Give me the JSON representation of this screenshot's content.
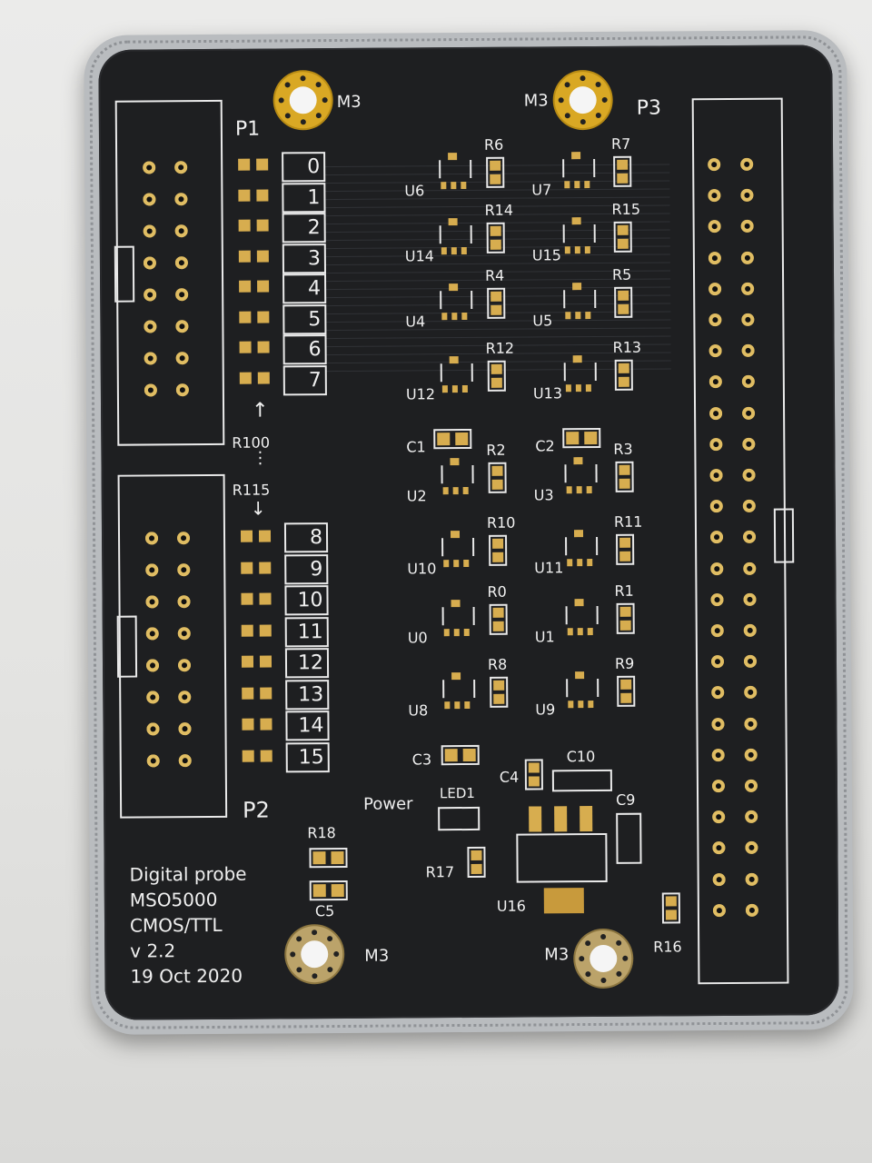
{
  "board": {
    "headers": {
      "p1": "P1",
      "p2": "P2",
      "p3": "P3"
    },
    "mounting_holes": [
      "M3",
      "M3",
      "M3",
      "M3"
    ],
    "channels_upper": [
      "0",
      "1",
      "2",
      "3",
      "4",
      "5",
      "6",
      "7"
    ],
    "channels_lower": [
      "8",
      "9",
      "10",
      "11",
      "12",
      "13",
      "14",
      "15"
    ],
    "resistor_range": {
      "start": "R100",
      "end": "R115",
      "dots": "⋮",
      "arrow_up": "↑",
      "arrow_down": "↓"
    },
    "buffers_left": [
      {
        "u": "U6",
        "r": "R6"
      },
      {
        "u": "U14",
        "r": "R14"
      },
      {
        "u": "U4",
        "r": "R4"
      },
      {
        "u": "U12",
        "r": "R12"
      },
      {
        "u": "U2",
        "r": "R2"
      },
      {
        "u": "U10",
        "r": "R10"
      },
      {
        "u": "U0",
        "r": "R0"
      },
      {
        "u": "U8",
        "r": "R8"
      }
    ],
    "buffers_right": [
      {
        "u": "U7",
        "r": "R7"
      },
      {
        "u": "U15",
        "r": "R15"
      },
      {
        "u": "U5",
        "r": "R5"
      },
      {
        "u": "U13",
        "r": "R13"
      },
      {
        "u": "U3",
        "r": "R3"
      },
      {
        "u": "U11",
        "r": "R11"
      },
      {
        "u": "U1",
        "r": "R1"
      },
      {
        "u": "U9",
        "r": "R9"
      }
    ],
    "caps": {
      "c1": "C1",
      "c2": "C2",
      "c3": "C3",
      "c4": "C4",
      "c5": "C5",
      "c9": "C9",
      "c10": "C10"
    },
    "power": {
      "label": "Power",
      "led": "LED1",
      "r17": "R17",
      "r18": "R18",
      "u16": "U16",
      "r16": "R16"
    },
    "info": [
      "Digital probe",
      "MSO5000",
      "CMOS/TTL",
      "v 2.2",
      "19 Oct 2020"
    ]
  }
}
